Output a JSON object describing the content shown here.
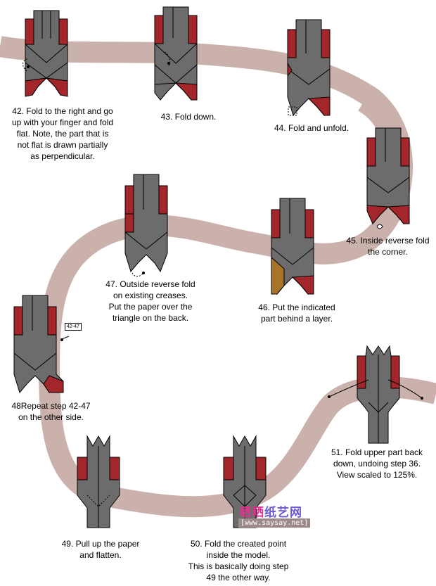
{
  "colors": {
    "path": "#cbb1ab",
    "gray": "#6c6c6c",
    "red": "#a3262a",
    "gold": "#a8742a",
    "outline": "#000000",
    "background": "#ffffff"
  },
  "steps": [
    {
      "id": "42",
      "text": "42. Fold to the right and go\nup with your finger and fold\nflat. Note, the part that is\nnot flat is drawn partially\nas perpendicular."
    },
    {
      "id": "43",
      "text": "43. Fold down."
    },
    {
      "id": "44",
      "text": "44. Fold and unfold."
    },
    {
      "id": "45",
      "text": "45. Inside reverse fold\nthe corner."
    },
    {
      "id": "46",
      "text": "46. Put the indicated\npart behind a layer."
    },
    {
      "id": "47",
      "text": "47. Outside reverse fold\non existing creases.\nPut the paper over the\ntriangle on the back."
    },
    {
      "id": "48",
      "text": "48Repeat step 42-47\non the other side.",
      "ref_label": "42-47"
    },
    {
      "id": "49",
      "text": "49. Pull up the paper\nand flatten."
    },
    {
      "id": "50",
      "text": "50. Fold the created point\ninside the model.\nThis is basically doing step\n49 the other way."
    },
    {
      "id": "51",
      "text": "51. Fold upper part back\ndown, undoing step 36.\nView scaled to 125%."
    }
  ],
  "watermark": {
    "logo_part1": "晒晒",
    "logo_part2": "纸艺网",
    "url": "[www.saysay.net]"
  }
}
